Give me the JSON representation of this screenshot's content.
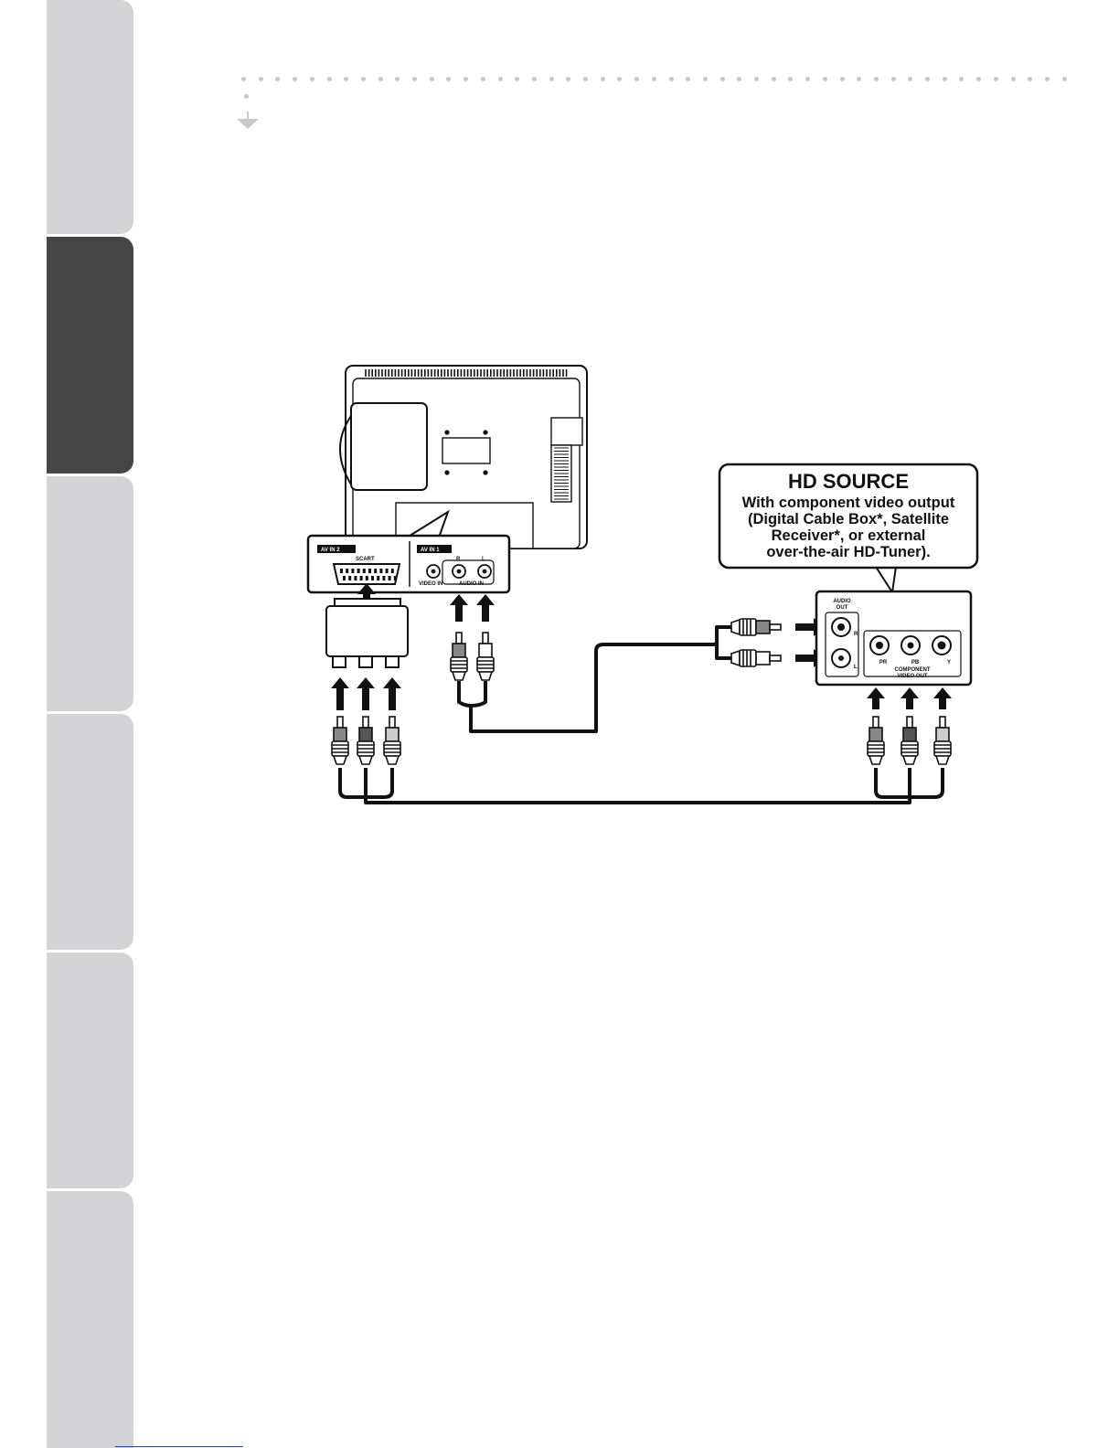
{
  "callout": {
    "title": "HD SOURCE",
    "lines": [
      "With component video output",
      "(Digital Cable Box*, Satellite",
      "Receiver*, or external",
      "over-the-air HD-Tuner)."
    ]
  },
  "tv_panel": {
    "av_in_2": "AV IN 2",
    "scart": "SCART",
    "av_in_1": "AV IN 1",
    "video_in": "VIDEO IN",
    "audio_in": "AUDIO IN",
    "r": "R",
    "l": "L"
  },
  "source_panel": {
    "audio_out_1": "AUDIO",
    "audio_out_2": "OUT",
    "r": "R",
    "l": "L",
    "pr": "PR",
    "pb": "PB",
    "y": "Y",
    "component_1": "COMPONENT",
    "component_2": "VIDEO OUT"
  },
  "colors": {
    "sidebar_light": "#d4d4d6",
    "sidebar_dark": "#454545",
    "ink": "#111111"
  }
}
